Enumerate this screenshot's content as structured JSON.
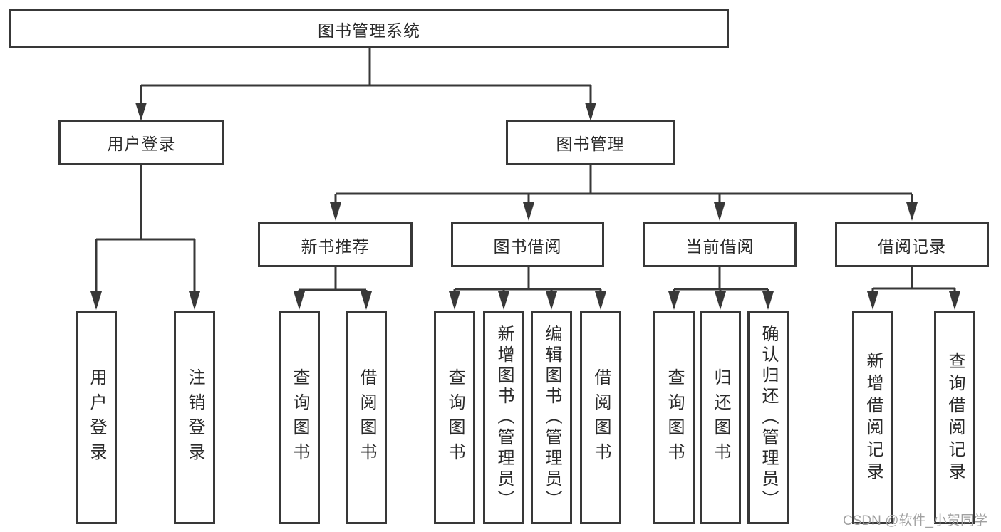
{
  "diagram": {
    "root": {
      "label": "图书管理系统"
    },
    "level2": {
      "user_login": {
        "label": "用户登录"
      },
      "book_management": {
        "label": "图书管理"
      }
    },
    "level3": {
      "new_book_recommend": {
        "label": "新书推荐"
      },
      "book_borrow": {
        "label": "图书借阅"
      },
      "current_borrow": {
        "label": "当前借阅"
      },
      "borrow_records": {
        "label": "借阅记录"
      }
    },
    "leaves": {
      "user": [
        "用户登录",
        "注销登录"
      ],
      "new_book": [
        "查询图书",
        "借阅图书"
      ],
      "borrow": [
        "查询图书",
        "新增图书（管理员）",
        "编辑图书（管理员）",
        "借阅图书"
      ],
      "current": [
        "查询图书",
        "归还图书",
        "确认归还（管理员）"
      ],
      "records": [
        "新增借阅记录",
        "查询借阅记录"
      ]
    }
  },
  "watermark": {
    "text": "CSDN @软件_小贺同学"
  },
  "colors": {
    "line": "#383838",
    "box_border": "#383838",
    "text": "#2a2a2a",
    "watermark": "#a0a0a0",
    "background": "#ffffff"
  }
}
